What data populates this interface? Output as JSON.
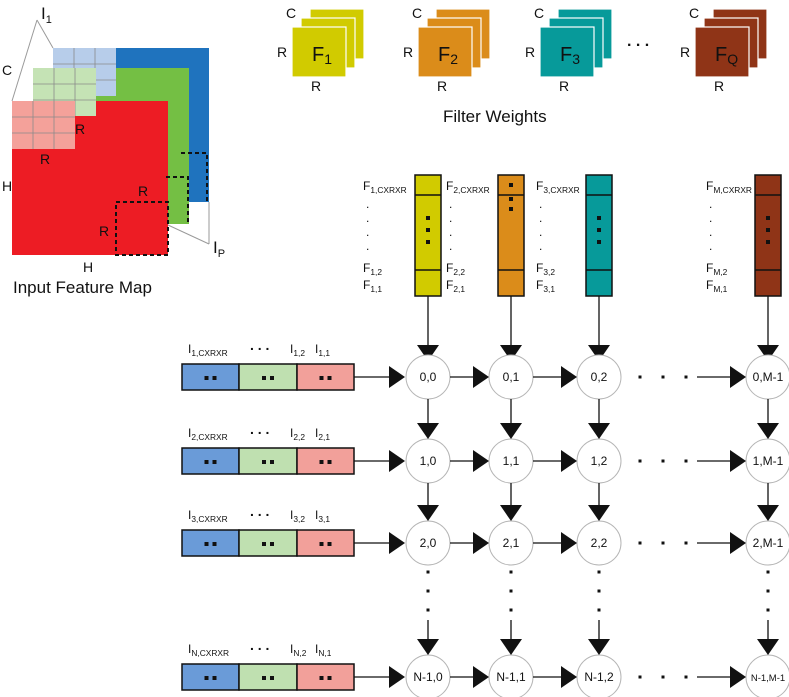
{
  "feature_map": {
    "caption": "Input Feature Map",
    "label_i1": "I",
    "label_i1_sub": "1",
    "label_ip": "I",
    "label_ip_sub": "P",
    "label_c": "C",
    "label_h_left": "H",
    "label_h_bottom": "H",
    "label_r_tile_right": "R",
    "label_r_tile_bottom": "R",
    "label_r_window_top": "R",
    "label_r_window_left": "R"
  },
  "filters": {
    "caption": "Filter Weights",
    "ellipsis": ". . .",
    "items": [
      {
        "name": "F",
        "sub": "1",
        "color": "#d1cb00",
        "c": "C",
        "r_left": "R",
        "r_bottom": "R"
      },
      {
        "name": "F",
        "sub": "2",
        "color": "#db8c1a",
        "c": "C",
        "r_left": "R",
        "r_bottom": "R"
      },
      {
        "name": "F",
        "sub": "3",
        "color": "#079a9a",
        "c": "C",
        "r_left": "R",
        "r_bottom": "R"
      },
      {
        "name": "F",
        "sub": "Q",
        "color": "#8f3417",
        "c": "C",
        "r_left": "R",
        "r_bottom": "R"
      }
    ]
  },
  "weight_columns": [
    {
      "color": "#d1cb00",
      "lbl": "F",
      "top_sub": "1,CXRXR",
      "mid_sub": "1,2",
      "bot_sub": "1,1"
    },
    {
      "color": "#db8c1a",
      "lbl": "F",
      "top_sub": "2,CXRXR",
      "mid_sub": "2,2",
      "bot_sub": "2,1"
    },
    {
      "color": "#079a9a",
      "lbl": "F",
      "top_sub": "3,CXRXR",
      "mid_sub": "3,2",
      "bot_sub": "3,1"
    },
    {
      "color": "#8f3417",
      "lbl": "F",
      "top_sub": "M,CXRXR",
      "mid_sub": "M,2",
      "bot_sub": "M,1"
    }
  ],
  "input_rows": [
    {
      "lbl": "I",
      "top_sub": "1,CXRXR",
      "mid_sub": "1,2",
      "bot_sub": "1,1"
    },
    {
      "lbl": "I",
      "top_sub": "2,CXRXR",
      "mid_sub": "2,2",
      "bot_sub": "2,1"
    },
    {
      "lbl": "I",
      "top_sub": "3,CXRXR",
      "mid_sub": "3,2",
      "bot_sub": "3,1"
    },
    {
      "lbl": "I",
      "top_sub": "N,CXRXR",
      "mid_sub": "N,2",
      "bot_sub": "N,1"
    }
  ],
  "input_row_dots": ". . .",
  "pe_grid": [
    [
      "0,0",
      "0,1",
      "0,2",
      "0,M-1"
    ],
    [
      "1,0",
      "1,1",
      "1,2",
      "1,M-1"
    ],
    [
      "2,0",
      "2,1",
      "2,2",
      "2,M-1"
    ],
    [
      "N-1,0",
      "N-1,1",
      "N-1,2",
      "N-1,M-1"
    ]
  ],
  "buffer_colors": {
    "blue": "#6a9bd8",
    "green": "#bfe0b0",
    "pink": "#f2a09a"
  },
  "map_colors": {
    "blue": "#1f73be",
    "green": "#74bf44",
    "red": "#ed1c24",
    "blue_tile": "#b7cdea",
    "green_tile": "#c5e3b5",
    "red_tile": "#f4a19a"
  }
}
